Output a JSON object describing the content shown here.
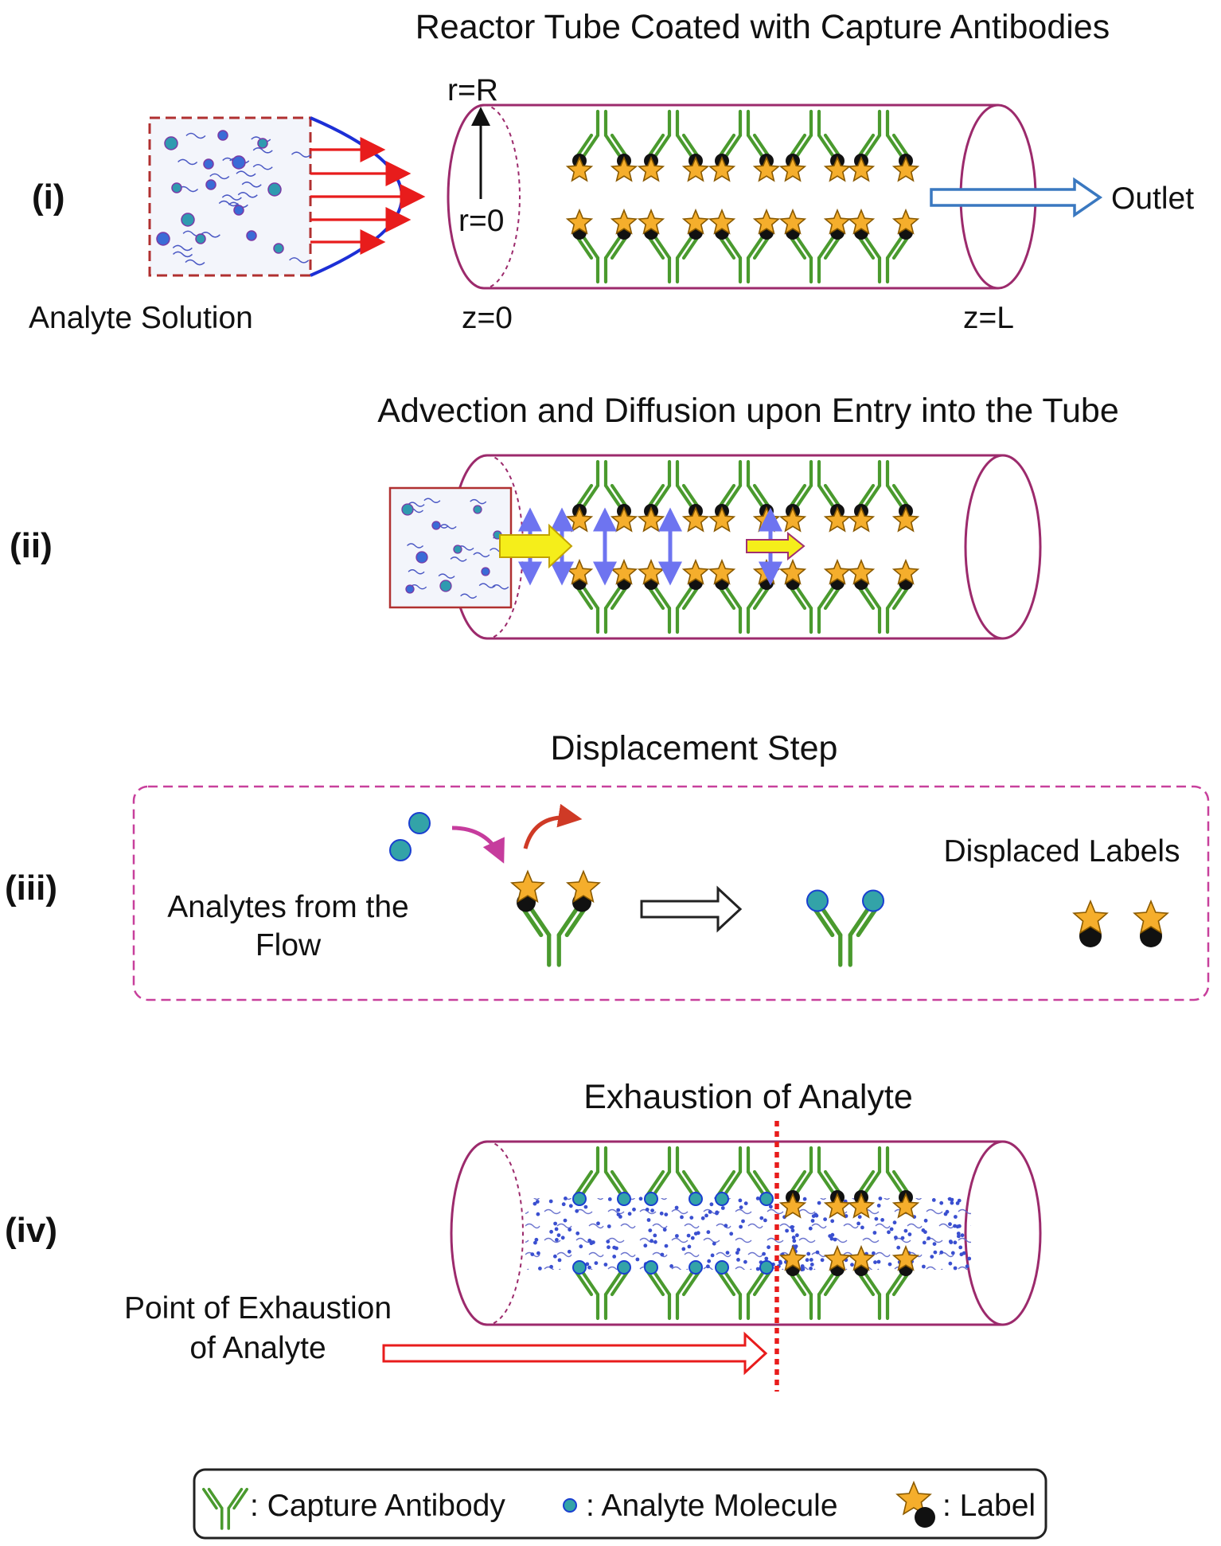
{
  "panels": {
    "p1": {
      "numeral": "(i)",
      "title": "Reactor Tube Coated with Capture Antibodies",
      "analyte_label": "Analyte Solution",
      "r_top": "r=R",
      "r_bottom": "r=0",
      "z_start": "z=0",
      "z_end": "z=L",
      "outlet": "Outlet"
    },
    "p2": {
      "numeral": "(ii)",
      "title": "Advection and Diffusion upon Entry into the Tube"
    },
    "p3": {
      "numeral": "(iii)",
      "title": "Displacement Step",
      "analytes_line1": "Analytes from the",
      "analytes_line2": "Flow",
      "displaced": "Displaced Labels"
    },
    "p4": {
      "numeral": "(iv)",
      "title": "Exhaustion of Analyte",
      "point_line1": "Point of Exhaustion",
      "point_line2": "of Analyte"
    }
  },
  "legend": {
    "antibody": ": Capture Antibody",
    "analyte": ": Analyte Molecule",
    "label": ": Label"
  },
  "colors": {
    "tube": "#9c2a6c",
    "antibody": "#4a9a2e",
    "star": "#f5ae2c",
    "analyte": "#2f8fb8",
    "flow_arrow": "#e81c1c",
    "profile": "#1c2fd6",
    "outlet_arrow": "#3a78c0",
    "diffusion": "#6e74f0",
    "advection": "#f5ee1a",
    "curve_in": "#c63c9d",
    "curve_out": "#cf3a26"
  }
}
